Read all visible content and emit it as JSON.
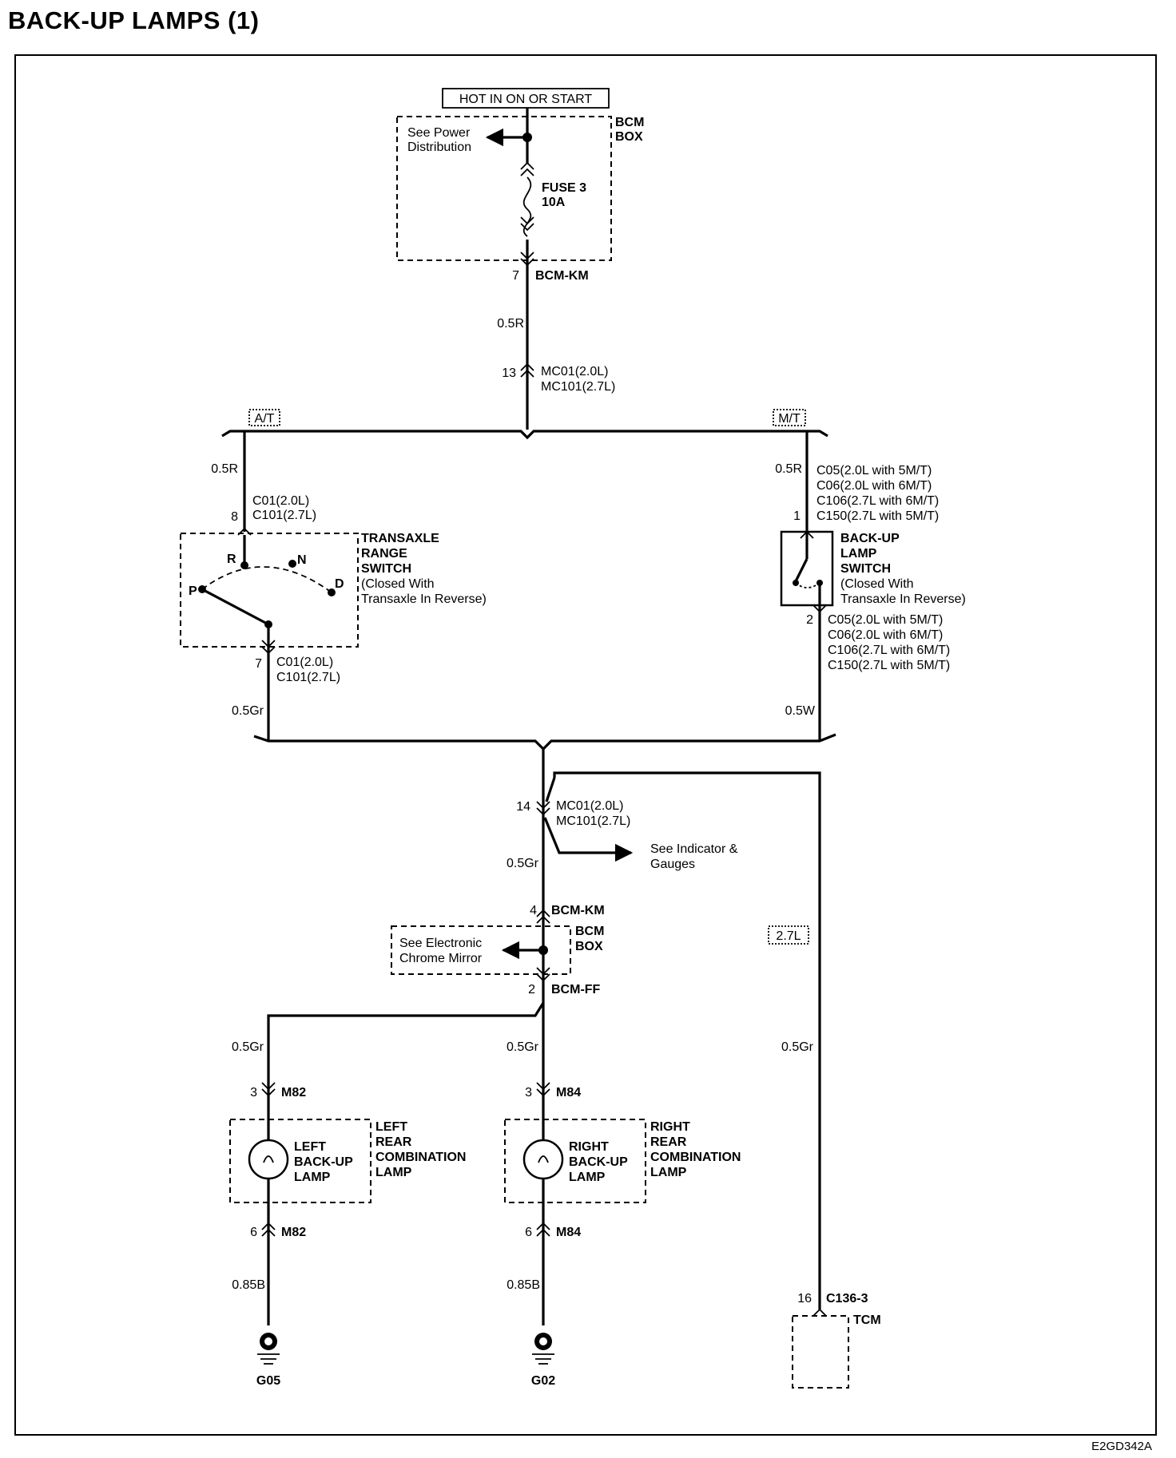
{
  "title": "BACK-UP LAMPS (1)",
  "diagram_id": "E2GD342A",
  "power": {
    "hot_label": "HOT IN ON OR START",
    "bcm_box": [
      "BCM",
      "BOX"
    ],
    "see_power": [
      "See Power",
      "Distribution"
    ],
    "fuse": [
      "FUSE 3",
      "10A"
    ]
  },
  "top_path": {
    "pin7": "7",
    "bcm_km": "BCM-KM",
    "wire_05r": "0.5R",
    "pin13": "13",
    "mc01": [
      "MC01",
      "(2.0L)"
    ],
    "mc101": [
      "MC101",
      "(2.7L)"
    ]
  },
  "at_branch": {
    "label": "A/T",
    "wire_top": "0.5R",
    "pin8": "8",
    "c01": [
      "C01",
      "(2.0L)"
    ],
    "c101": [
      "C101",
      "(2.7L)"
    ],
    "switch_name": [
      "TRANSAXLE",
      "RANGE",
      "SWITCH"
    ],
    "switch_note": [
      "(Closed With",
      "Transaxle In Reverse)"
    ],
    "positions": [
      "P",
      "R",
      "N",
      "D"
    ],
    "pin7": "7",
    "wire_bottom": "0.5Gr"
  },
  "mt_branch": {
    "label": "M/T",
    "wire_top": "0.5R",
    "connectors_top": [
      [
        "C05",
        "(2.0L with 5M/T)"
      ],
      [
        "C06",
        "(2.0L with 6M/T)"
      ],
      [
        "C106",
        "(2.7L with 6M/T)"
      ],
      [
        "C150",
        "(2.7L with 5M/T)"
      ]
    ],
    "pin1": "1",
    "switch_name": [
      "BACK-UP",
      "LAMP",
      "SWITCH"
    ],
    "switch_note": [
      "(Closed With",
      "Transaxle In Reverse)"
    ],
    "pin2": "2",
    "connectors_bottom": [
      [
        "C05",
        "(2.0L with 5M/T)"
      ],
      [
        "C06",
        "(2.0L with 6M/T)"
      ],
      [
        "C106",
        "(2.7L with 6M/T)"
      ],
      [
        "C150",
        "(2.7L with 5M/T)"
      ]
    ],
    "wire_bottom": "0.5W"
  },
  "lower_path": {
    "pin14": "14",
    "mc01": [
      "MC01",
      "(2.0L)"
    ],
    "mc101": [
      "MC101",
      "(2.7L)"
    ],
    "see_indicator": [
      "See Indicator &",
      "Gauges"
    ],
    "wire_05gr": "0.5Gr",
    "pin4": "4",
    "bcm_km": "BCM-KM",
    "bcm_box": [
      "BCM",
      "BOX"
    ],
    "see_mirror": [
      "See Electronic",
      "Chrome Mirror"
    ],
    "pin2": "2",
    "bcm_ff": "BCM-FF"
  },
  "left_lamp": {
    "wire_top": "0.5Gr",
    "pin3": "3",
    "conn": "M82",
    "lamp_label": [
      "LEFT",
      "BACK-UP",
      "LAMP"
    ],
    "assembly": [
      "LEFT",
      "REAR",
      "COMBINATION",
      "LAMP"
    ],
    "pin6": "6",
    "conn_bottom": "M82",
    "wire_bottom": "0.85B",
    "ground": "G05"
  },
  "right_lamp": {
    "wire_top": "0.5Gr",
    "pin3": "3",
    "conn": "M84",
    "lamp_label": [
      "RIGHT",
      "BACK-UP",
      "LAMP"
    ],
    "assembly": [
      "RIGHT",
      "REAR",
      "COMBINATION",
      "LAMP"
    ],
    "pin6": "6",
    "conn_bottom": "M84",
    "wire_bottom": "0.85B",
    "ground": "G02"
  },
  "tcm_branch": {
    "variant": "2.7L",
    "wire": "0.5Gr",
    "pin16": "16",
    "conn": "C136-3",
    "module": "TCM"
  }
}
